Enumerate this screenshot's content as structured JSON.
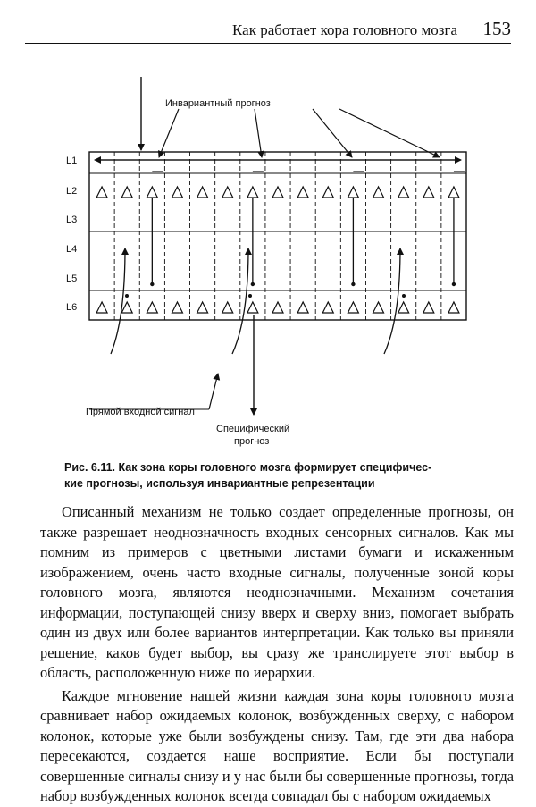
{
  "header": {
    "title": "Как работает кора головного мозга",
    "page_number": "153"
  },
  "figure": {
    "labels": {
      "invariant": "Инвариантный прогноз",
      "direct_input": "Прямой входной сигнал",
      "specific_line1": "Специфический",
      "specific_line2": "прогноз"
    },
    "layers": [
      "L1",
      "L2",
      "L3",
      "L4",
      "L5",
      "L6"
    ],
    "caption_line1": "Рис. 6.11. Как зона коры головного мозга формирует специфичес-",
    "caption_line2": "кие прогнозы, используя инвариантные репрезентации"
  },
  "paragraphs": [
    "Описанный механизм не только создает определенные прогнозы, он также разрешает неоднозначность входных сенсорных сигналов. Как мы помним из примеров с цветными листами бумаги и искаженным изображением, очень часто входные сигналы, полученные зоной коры головного мозга, являются неоднозначными. Механизм сочетания информации, поступающей снизу вверх и сверху вниз, помогает выбрать один из двух или более вариантов интерпретации. Как только вы приняли решение, каков будет выбор, вы сразу же транслируете этот выбор в область, расположенную ниже по иерархии.",
    "Каждое мгновение нашей жизни каждая зона коры головного мозга сравнивает набор ожидаемых колонок, возбужденных сверху, с набором колонок, которые уже были возбуждены снизу. Там, где эти два набора пересекаются, создается наше восприятие. Если бы поступали совершенные сигналы снизу и у нас были бы совершенные прогнозы, тогда набор возбужденных колонок всегда совпадал бы с набором ожидаемых"
  ]
}
